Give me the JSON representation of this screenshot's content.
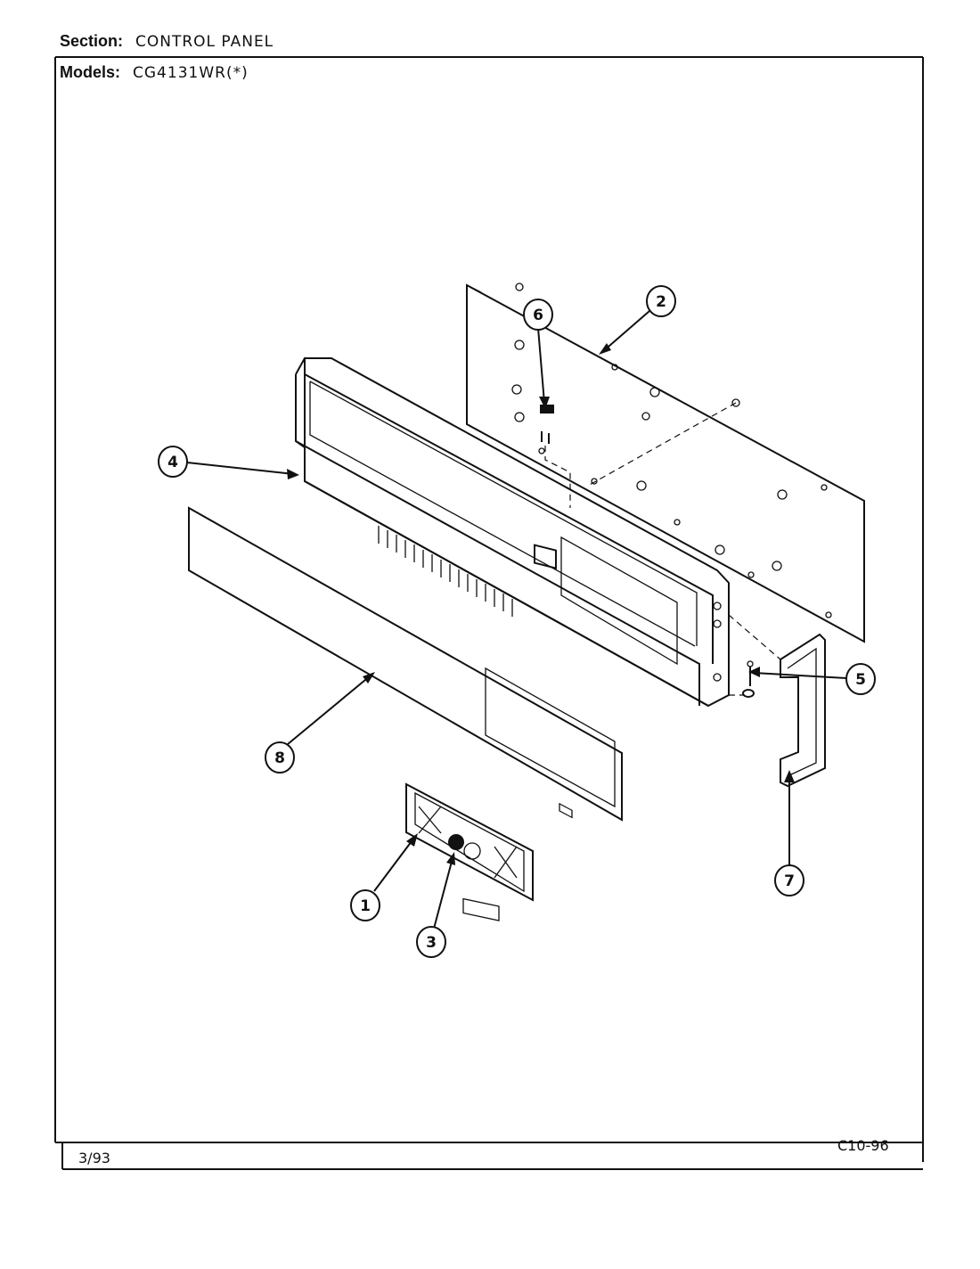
{
  "header": {
    "section_label": "Section:",
    "section_value": "CONTROL PANEL",
    "models_label": "Models:",
    "models_value": "CG4131WR(*)"
  },
  "footer": {
    "date": "3/93",
    "page_code": "C10-96"
  },
  "callouts": [
    "1",
    "2",
    "3",
    "4",
    "5",
    "6",
    "7",
    "8"
  ]
}
